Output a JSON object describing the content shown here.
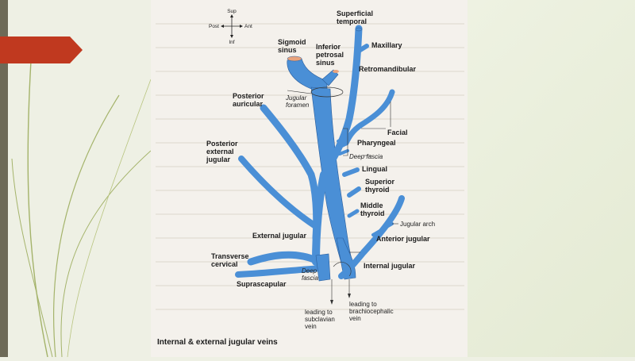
{
  "orientation": {
    "sup": "Sup",
    "post": "Post",
    "ant": "Ant",
    "inf": "Inf"
  },
  "labels": {
    "superficial_temporal": [
      "Superficial",
      "temporal"
    ],
    "maxillary": "Maxillary",
    "sigmoid_sinus": [
      "Sigmoid",
      "sinus"
    ],
    "inferior_petrosal_sinus": [
      "Inferior",
      "petrosal",
      "sinus"
    ],
    "retromandibular": "Retromandibular",
    "posterior_auricular": [
      "Posterior",
      "auricular"
    ],
    "jugular_foramen": [
      "Jugular",
      "foramen"
    ],
    "facial": "Facial",
    "pharyngeal": "Pharyngeal",
    "deep_fascia_upper": "Deep fascia",
    "posterior_external_jugular": [
      "Posterior",
      "external",
      "jugular"
    ],
    "lingual": "Lingual",
    "superior_thyroid": [
      "Superior",
      "thyroid"
    ],
    "middle_thyroid": [
      "Middle",
      "thyroid"
    ],
    "jugular_arch": "Jugular arch",
    "external_jugular": "External jugular",
    "anterior_jugular": "Anterior jugular",
    "transverse_cervical": [
      "Transverse",
      "cervical"
    ],
    "internal_jugular": "Internal jugular",
    "deep_fascia_lower": [
      "Deep",
      "fascia"
    ],
    "suprascapular": "Suprascapular",
    "leading_subclavian": [
      "leading to",
      "subclavian",
      "vein"
    ],
    "leading_brachiocephalic": [
      "leading to",
      "brachiocephalic",
      "vein"
    ]
  },
  "caption": "Internal & external jugular veins",
  "colors": {
    "vein": "#4a8fd6",
    "accent_tab": "#c0391f",
    "margin": "#6d6a57",
    "page": "#f4f1ec"
  }
}
